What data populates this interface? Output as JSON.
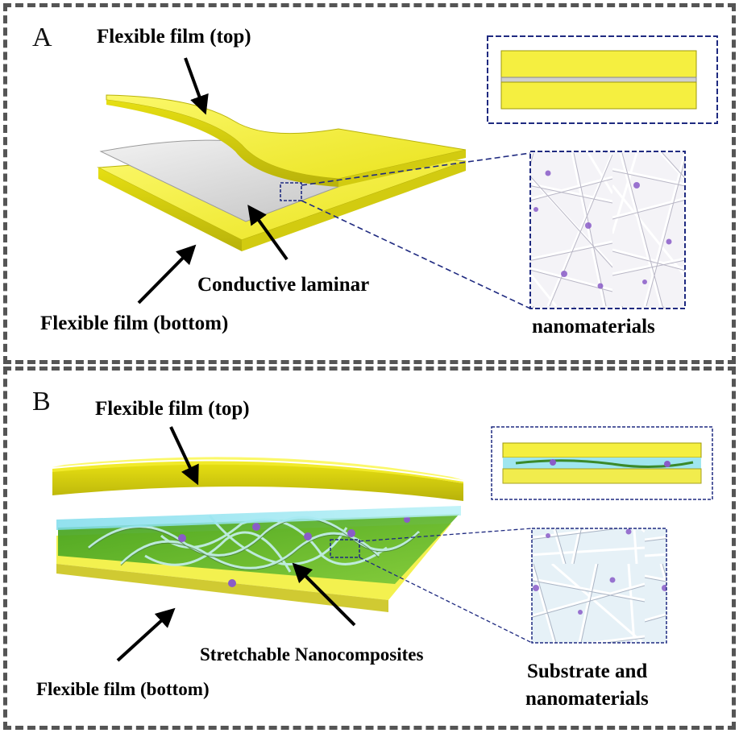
{
  "panels": [
    {
      "letter": "A",
      "labels": {
        "top_film": "Flexible film (top)",
        "conductive": "Conductive laminar",
        "bottom_film": "Flexible film (bottom)",
        "nano": "nanomaterials"
      }
    },
    {
      "letter": "B",
      "labels": {
        "top_film": "Flexible film (top)",
        "composite": "Stretchable Nanocomposites",
        "bottom_film": "Flexible film (bottom)",
        "nano_line1": "Substrate and",
        "nano_line2": "nanomaterials"
      }
    }
  ],
  "colors": {
    "film_yellow": "#f4ef3a",
    "film_yellow_dark": "#c9c416",
    "laminar_gray": "#d9d9d9",
    "substrate_cyan": "#8fe3ee",
    "composite_green": "#58b82a",
    "border_dash": "#555555",
    "zoom_navy": "#1f2a80",
    "particle_purple": "#8a5cc8"
  }
}
